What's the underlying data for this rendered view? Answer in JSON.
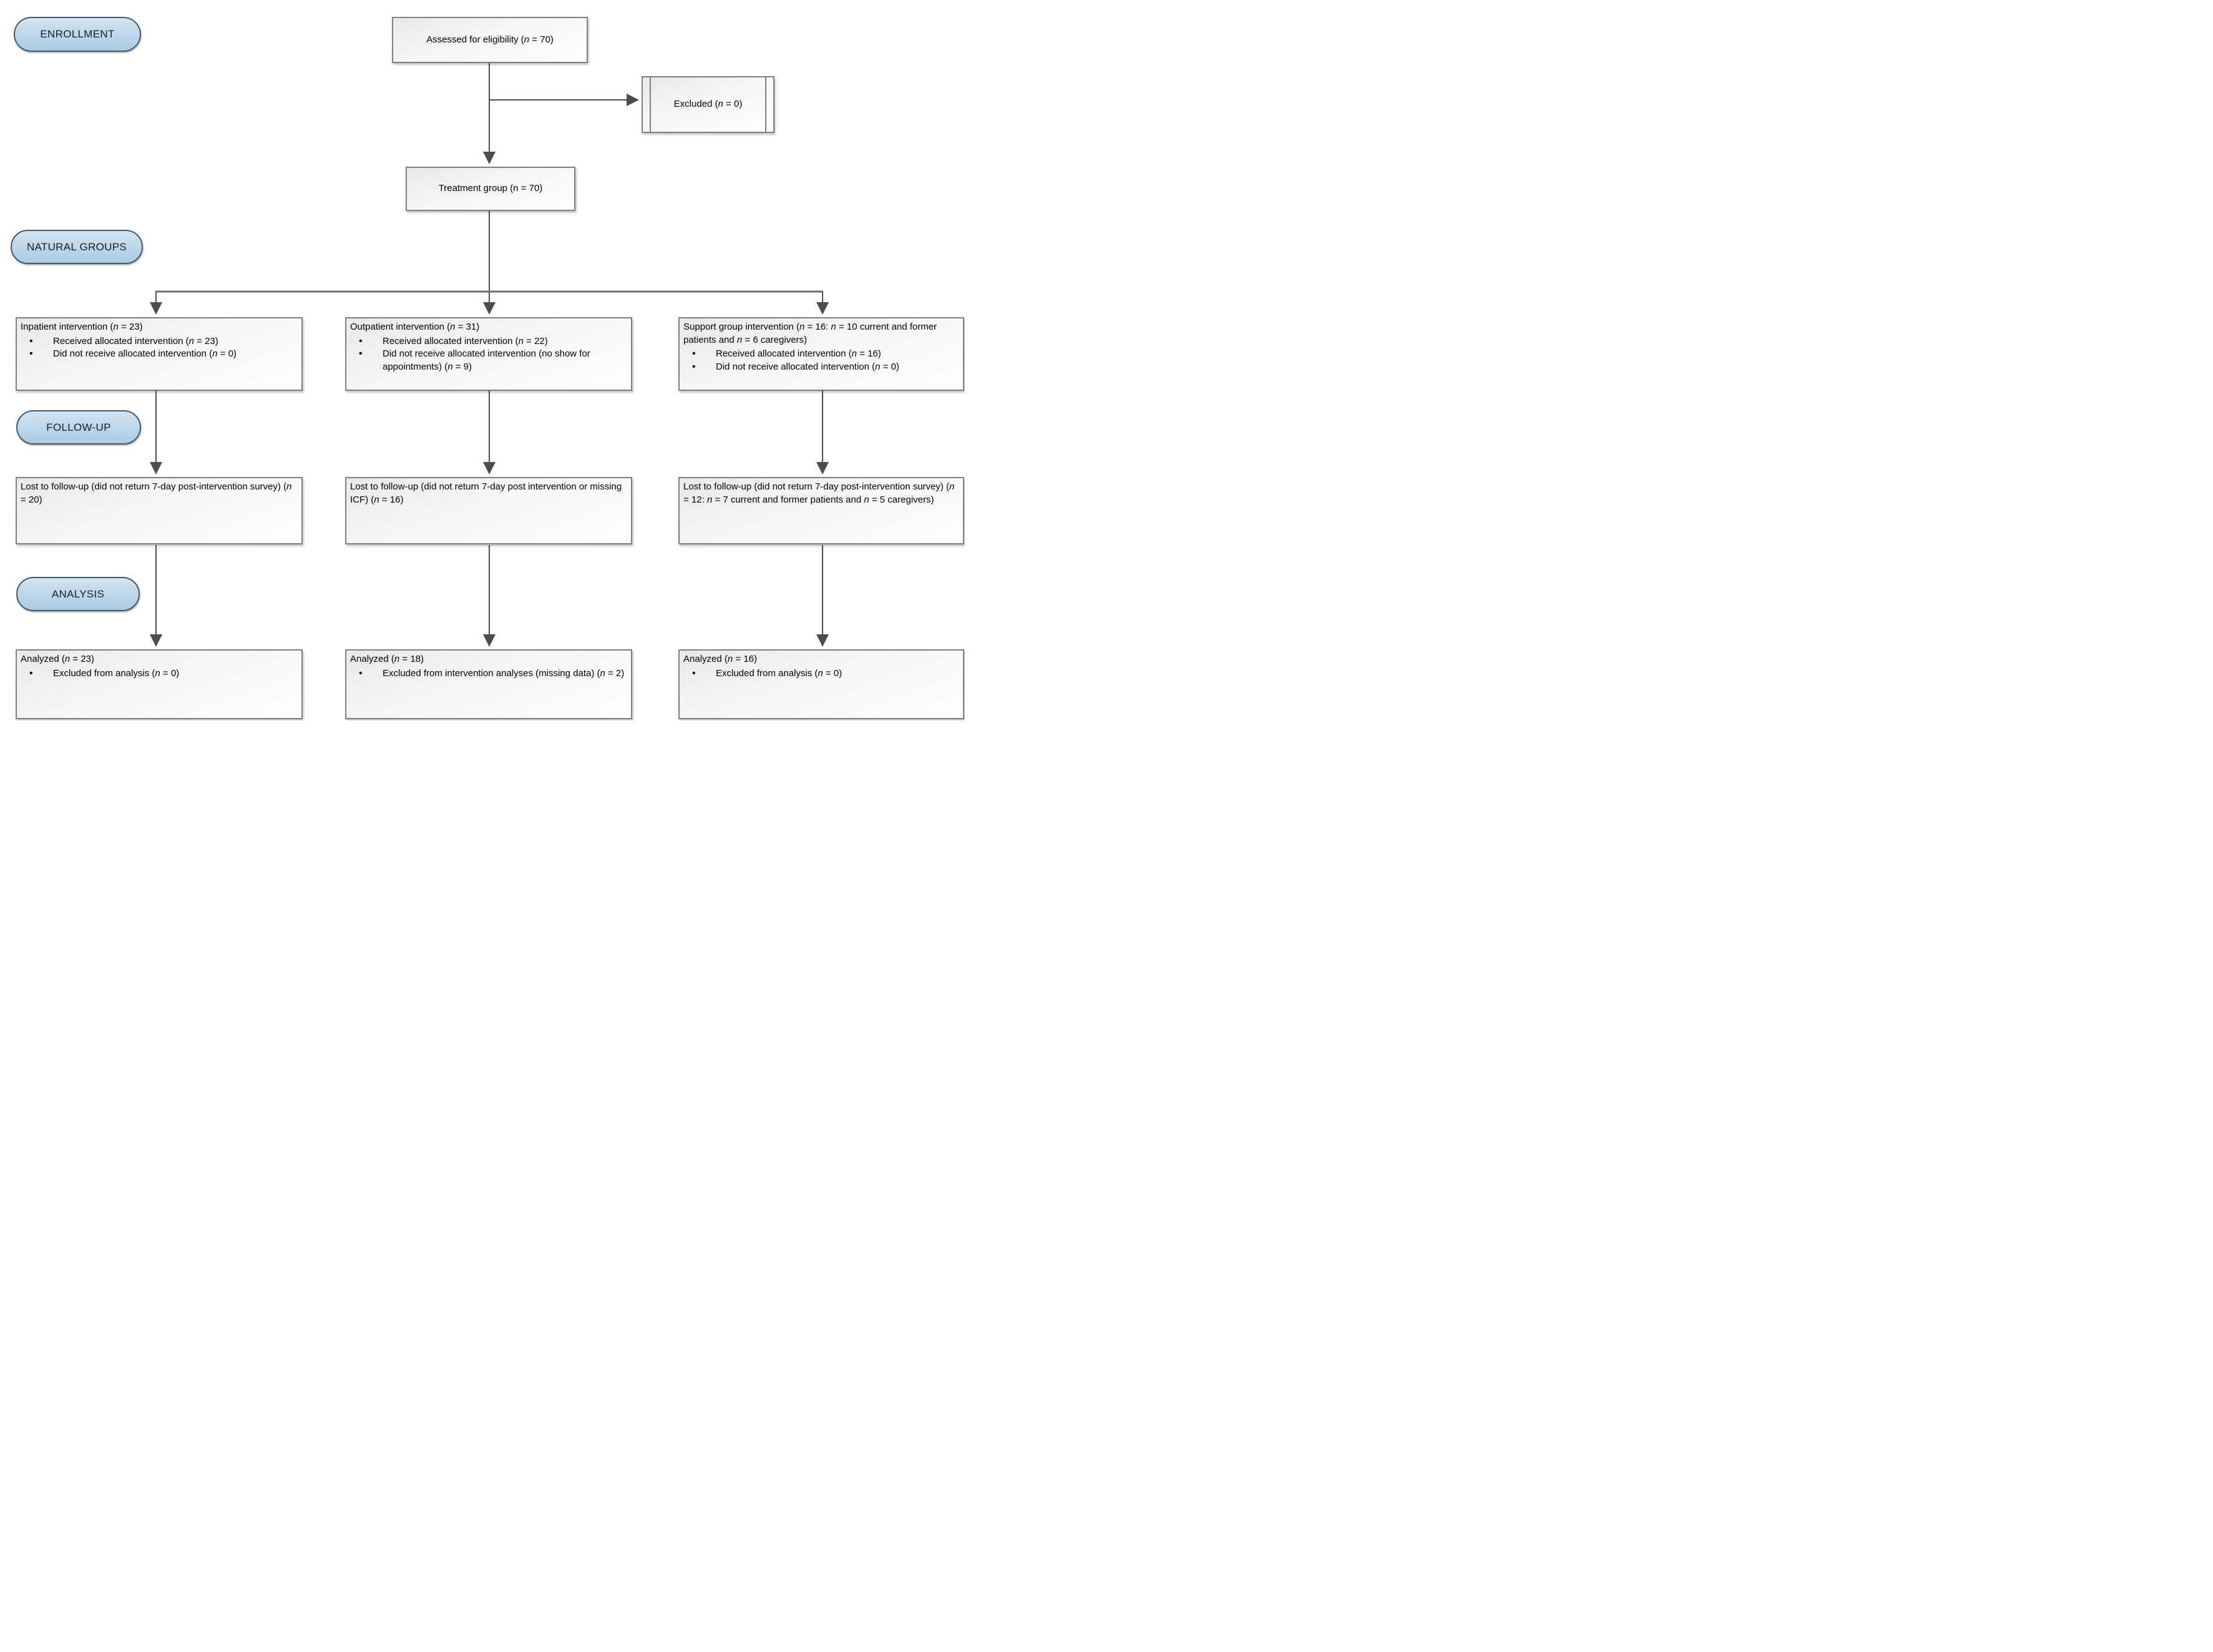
{
  "diagram": {
    "stages": [
      "ENROLLMENT",
      "NATURAL GROUPS",
      "FOLLOW-UP",
      "ANALYSIS"
    ],
    "assessed": "Assessed for eligibility (*n* = 70)",
    "excluded": "Excluded (*n* = 0)",
    "treatment": "Treatment group (n = 70)",
    "columns": [
      {
        "allocation_title": "Inpatient intervention (*n* = 23)",
        "allocation_bullets": [
          "Received allocated intervention (*n* = 23)",
          "Did not receive allocated intervention (*n* = 0)"
        ],
        "followup": "Lost to follow-up (did not return 7-day post-intervention survey) (*n* = 20)",
        "analysis_title": "Analyzed (*n* = 23)",
        "analysis_bullets": [
          "Excluded from analysis (*n* = 0)"
        ]
      },
      {
        "allocation_title": "Outpatient intervention (*n* = 31)",
        "allocation_bullets": [
          "Received allocated intervention (*n* = 22)",
          "Did not receive allocated intervention (no show for appointments) (*n* = 9)"
        ],
        "followup": "Lost to follow-up (did not return 7-day post intervention or missing ICF) (*n* = 16)",
        "analysis_title": "Analyzed (*n* = 18)",
        "analysis_bullets": [
          "Excluded from intervention analyses (missing data) (*n* = 2)"
        ]
      },
      {
        "allocation_title": "Support group intervention (*n* = 16: *n* = 10 current and former patients and *n* = 6 caregivers)",
        "allocation_bullets": [
          "Received allocated intervention (*n* = 16)",
          "Did not receive allocated intervention (*n* = 0)"
        ],
        "followup": "Lost to follow-up (did not return 7-day post-intervention survey) (*n* = 12: *n* = 7 current and former patients and *n* = 5 caregivers)",
        "analysis_title": "Analyzed (*n* = 16)",
        "analysis_bullets": [
          "Excluded from analysis (*n* = 0)"
        ]
      }
    ],
    "colors": {
      "background": "#ffffff",
      "stage_pill_fill": "#bcd6e9",
      "stage_pill_border": "#43596a",
      "box_border": "#7f7f7f",
      "box_fill_top": "#e9e9e9",
      "arrow": "#4d4d4d",
      "text": "#000000"
    }
  }
}
